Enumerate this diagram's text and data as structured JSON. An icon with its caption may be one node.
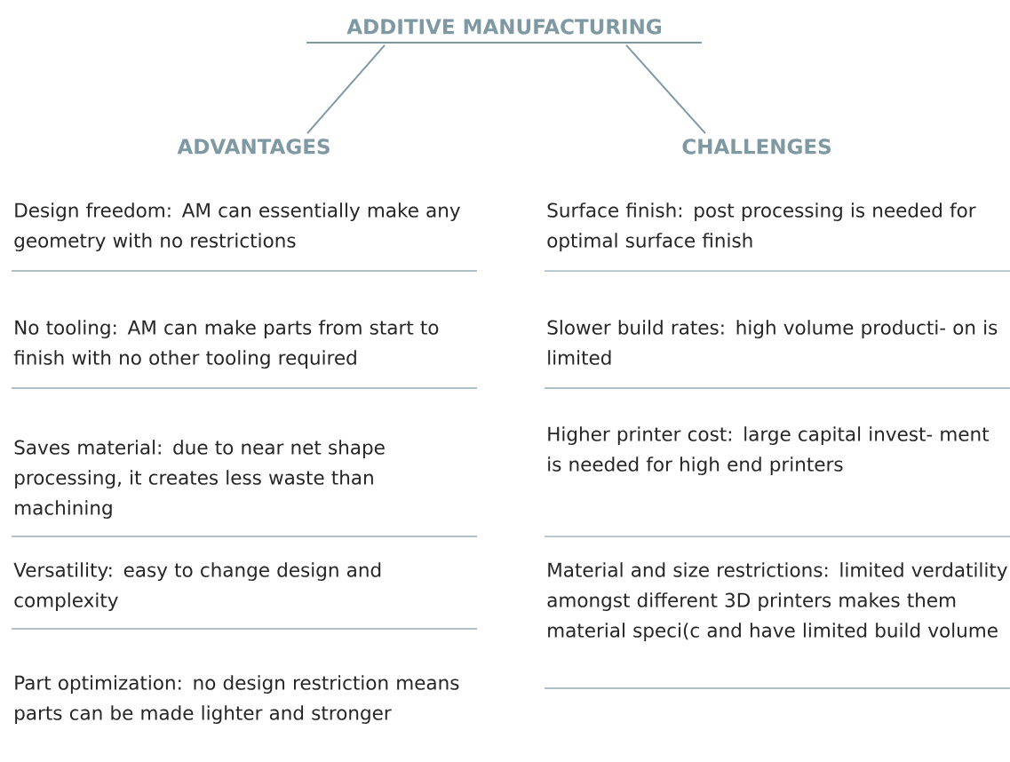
{
  "diagram": {
    "nodes": [
      {
        "text": [
          "ADDITIVE MANUFACTURING"
        ]
      },
      {
        "text": [
          "ADVANTAGES"
        ]
      },
      {
        "text": [
          "CHALLENGES"
        ]
      }
    ],
    "edges": [
      {
        "from": 0,
        "to": 1,
        "arrow": "none"
      },
      {
        "from": 0,
        "to": 2,
        "arrow": "none"
      }
    ],
    "labels": [
      "Design freedom: AM can essentially make any geometry with no restrictions",
      "Surface finish: post processing is needed for optimal surface finish",
      "No tooling: AM can make parts from start to finish with no other tooling required",
      "Slower build rates: high volume producti- on is limited",
      "Saves material: due to near net shape processing, it creates less waste than machining",
      "Higher printer cost: large capital invest- ment is needed for high end printers",
      "Versatility: easy to change design and complexity",
      "Material and size restrictions: limited verdatility amongst different 3D printers makes them material speci(c and have limited build volume",
      "Part optimization: no design restriction means parts can be made lighter and stronger"
    ]
  }
}
